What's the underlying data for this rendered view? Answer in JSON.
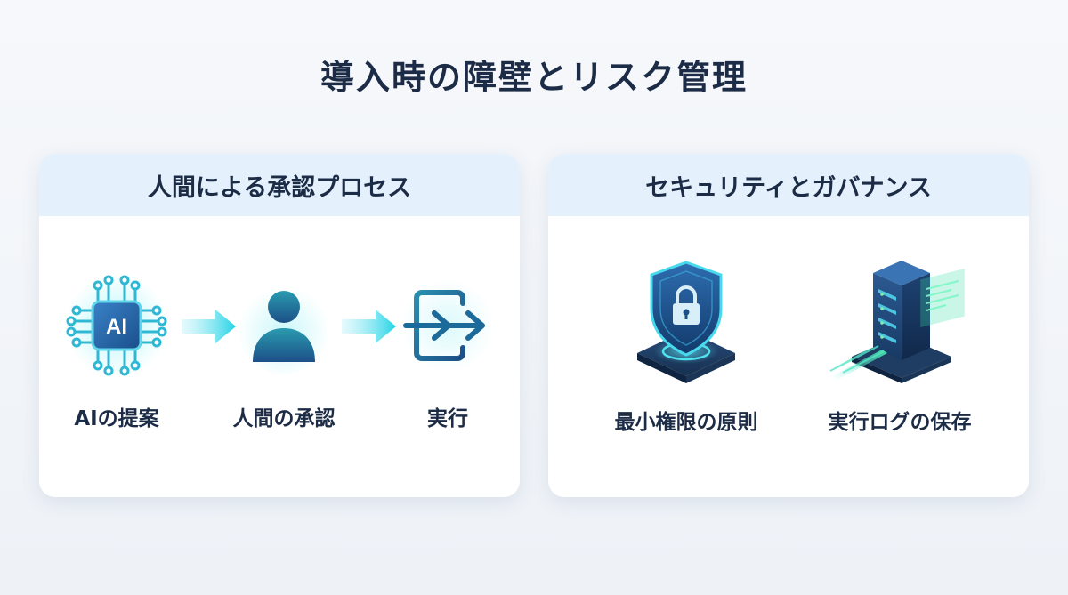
{
  "title": "導入時の障壁とリスク管理",
  "colors": {
    "background": "#f1f4f8",
    "card_header": "#e4f1fc",
    "accent_cyan": "#34d4e8",
    "accent_teal": "#1a7a9a",
    "accent_navy": "#1c4f86",
    "accent_green": "#3fe0a8",
    "text": "#1d2c46"
  },
  "approval_card": {
    "heading": "人間による承認プロセス",
    "steps": [
      {
        "label": "AIの提案",
        "icon": "ai-chip-icon",
        "icon_text": "AI"
      },
      {
        "label": "人間の承認",
        "icon": "person-icon"
      },
      {
        "label": "実行",
        "icon": "execute-arrow-icon"
      }
    ],
    "connector_icon": "arrow-right-icon"
  },
  "security_card": {
    "heading": "セキュリティとガバナンス",
    "items": [
      {
        "label": "最小権限の原則",
        "icon": "shield-lock-icon"
      },
      {
        "label": "実行ログの保存",
        "icon": "server-log-icon"
      }
    ]
  }
}
